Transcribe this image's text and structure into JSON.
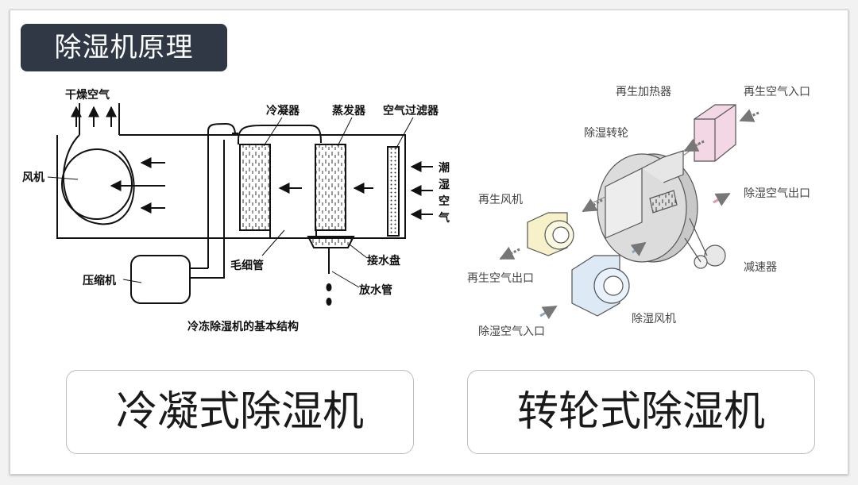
{
  "title": "除湿机原理",
  "left_diagram": {
    "dry_air": "干燥空气",
    "condenser": "冷凝器",
    "evaporator": "蒸发器",
    "air_filter": "空气过滤器",
    "fan": "风机",
    "humid_air": [
      "潮",
      "湿",
      "空",
      "气"
    ],
    "capillary": "毛细管",
    "drip_tray": "接水盘",
    "compressor": "压缩机",
    "drain_pipe": "放水管",
    "caption": "冷冻除湿机的基本结构"
  },
  "right_diagram": {
    "regen_heater": "再生加热器",
    "regen_air_inlet": "再生空气入口",
    "desiccant_wheel": "除湿转轮",
    "regen_fan": "再生风机",
    "dehum_air_outlet": "除湿空气出口",
    "regen_air_outlet": "再生空气出口",
    "reducer": "减速器",
    "dehum_fan": "除湿风机",
    "dehum_air_inlet": "除湿空气入口"
  },
  "captions": {
    "left": "冷凝式除湿机",
    "right": "转轮式除湿机"
  }
}
